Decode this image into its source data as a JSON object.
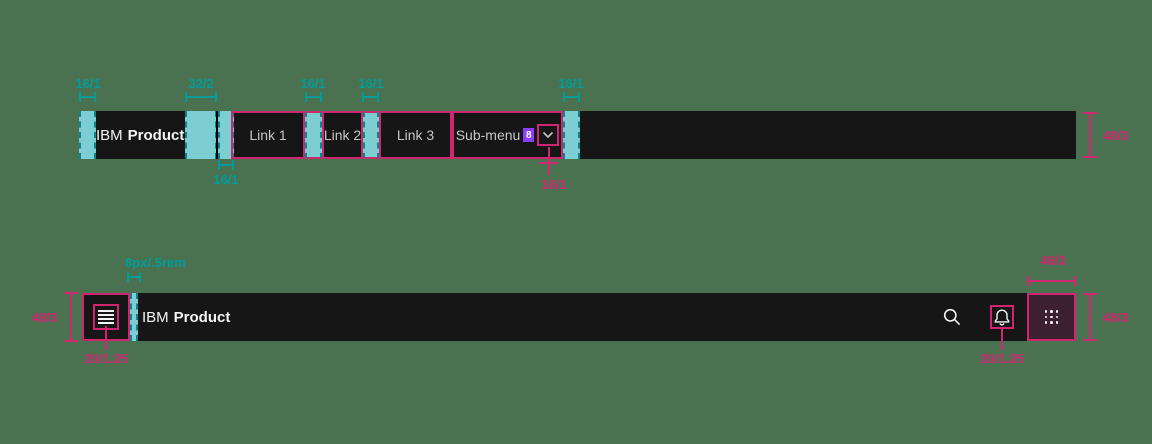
{
  "colors": {
    "background": "#4a7150",
    "bar": "#161616",
    "pink": "#d02670",
    "teal": "#009d9a",
    "teal_fill": "#7dced2",
    "teal_dash": "#0c8489",
    "purple": "#8a3ffc",
    "link_text": "#c6c6c6",
    "icon_white": "#f4f4f4",
    "switcher_fill": "#3c2030",
    "divider": "#000000"
  },
  "tokens": {
    "space_16": "16/1",
    "space_32": "32/2",
    "space_48": "48/3",
    "space_8": "8px/.5rem",
    "icon_20": "20/1.25"
  },
  "header1": {
    "brand_prefix": "IBM",
    "brand_name": "Product",
    "links": [
      "Link 1",
      "Link 2",
      "Link 3"
    ],
    "submenu": {
      "label": "Sub-menu",
      "badge": "8"
    }
  },
  "header2": {
    "brand_prefix": "IBM",
    "brand_name": "Product"
  }
}
